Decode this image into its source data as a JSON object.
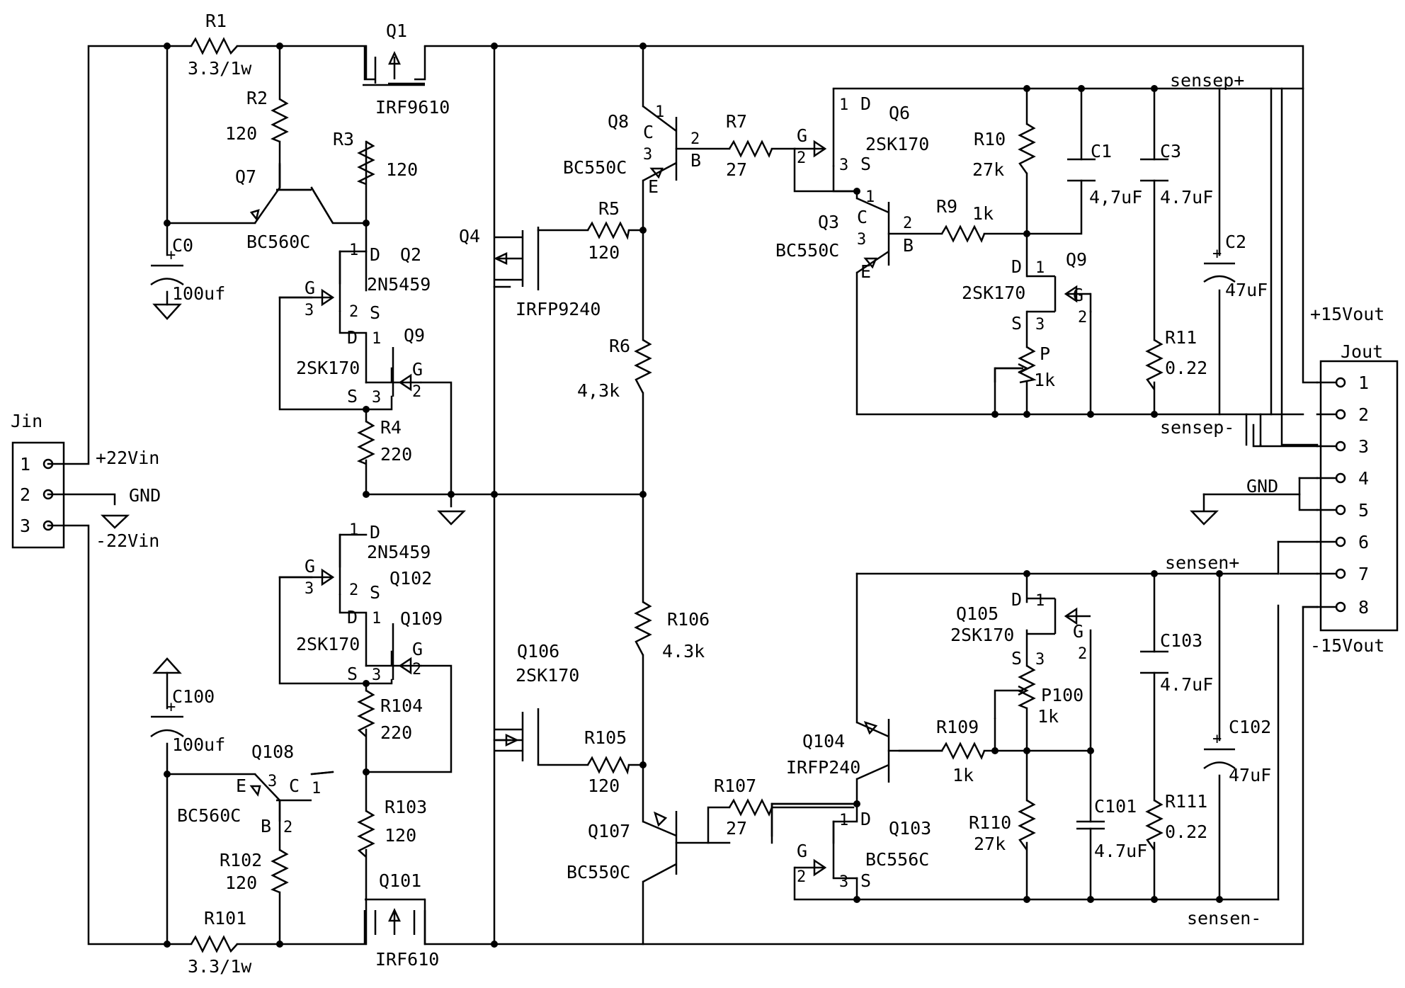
{
  "title": "",
  "connectors": {
    "jin": {
      "name": "Jin",
      "pins": [
        "1",
        "2",
        "3"
      ],
      "labels": [
        "+22Vin",
        "GND",
        "-22Vin"
      ]
    },
    "jout": {
      "name": "Jout",
      "pins": [
        "1",
        "2",
        "3",
        "4",
        "5",
        "6",
        "7",
        "8"
      ]
    }
  },
  "nets": {
    "p15": "+15Vout",
    "m15": "-15Vout",
    "gnd1": "GND",
    "gnd2": "GND",
    "sensep_plus": "sensep+",
    "sensep_minus": "sensep-",
    "sensen_plus": "sensen+",
    "sensen_minus": "sensen-"
  },
  "resistors": [
    {
      "ref": "R1",
      "value": "3.3/1w"
    },
    {
      "ref": "R2",
      "value": "120"
    },
    {
      "ref": "R3",
      "value": "120"
    },
    {
      "ref": "R4",
      "value": "220"
    },
    {
      "ref": "R5",
      "value": "120"
    },
    {
      "ref": "R6",
      "value": "4,3k"
    },
    {
      "ref": "R7",
      "value": "27"
    },
    {
      "ref": "R9",
      "value": "1k"
    },
    {
      "ref": "R10",
      "value": "27k"
    },
    {
      "ref": "R11",
      "value": "0.22"
    },
    {
      "ref": "P",
      "value": "1k"
    },
    {
      "ref": "R101",
      "value": "3.3/1w"
    },
    {
      "ref": "R102",
      "value": "120"
    },
    {
      "ref": "R103",
      "value": "120"
    },
    {
      "ref": "R104",
      "value": "220"
    },
    {
      "ref": "R105",
      "value": "120"
    },
    {
      "ref": "R106",
      "value": "4.3k"
    },
    {
      "ref": "R107",
      "value": "27"
    },
    {
      "ref": "R109",
      "value": "1k"
    },
    {
      "ref": "R110",
      "value": "27k"
    },
    {
      "ref": "R111",
      "value": "0.22"
    },
    {
      "ref": "P100",
      "value": "1k"
    }
  ],
  "capacitors": [
    {
      "ref": "C0",
      "value": "100uf"
    },
    {
      "ref": "C1",
      "value": "4,7uF"
    },
    {
      "ref": "C2",
      "value": "47uF"
    },
    {
      "ref": "C3",
      "value": "4.7uF"
    },
    {
      "ref": "C100",
      "value": "100uf"
    },
    {
      "ref": "C101",
      "value": "4.7uF"
    },
    {
      "ref": "C102",
      "value": "47uF"
    },
    {
      "ref": "C103",
      "value": "4.7uF"
    }
  ],
  "transistors": [
    {
      "ref": "Q1",
      "part": "IRF9610"
    },
    {
      "ref": "Q2",
      "part": "2N5459"
    },
    {
      "ref": "Q3",
      "part": "BC550C"
    },
    {
      "ref": "Q4",
      "part": "IRFP9240"
    },
    {
      "ref": "Q6",
      "part": "2SK170"
    },
    {
      "ref": "Q7",
      "part": "BC560C"
    },
    {
      "ref": "Q8",
      "part": "BC550C"
    },
    {
      "ref": "Q9a",
      "ref_text": "Q9",
      "part": "2SK170"
    },
    {
      "ref": "Q9b",
      "ref_text": "Q9",
      "part": "2SK170"
    },
    {
      "ref": "Q101",
      "part": "IRF610"
    },
    {
      "ref": "Q102",
      "part": "2N5459"
    },
    {
      "ref": "Q103",
      "part": "BC556C"
    },
    {
      "ref": "Q104",
      "part": "IRFP240"
    },
    {
      "ref": "Q105",
      "part": "2SK170"
    },
    {
      "ref": "Q106",
      "part": "2SK170"
    },
    {
      "ref": "Q107",
      "part": "BC550C"
    },
    {
      "ref": "Q108",
      "part": "BC560C"
    },
    {
      "ref": "Q109",
      "part": "2SK170"
    }
  ],
  "pin_letters": {
    "d": "D",
    "s": "S",
    "g": "G",
    "c": "C",
    "b": "B",
    "e": "E"
  },
  "pin_numbers": {
    "one": "1",
    "two": "2",
    "three": "3"
  }
}
